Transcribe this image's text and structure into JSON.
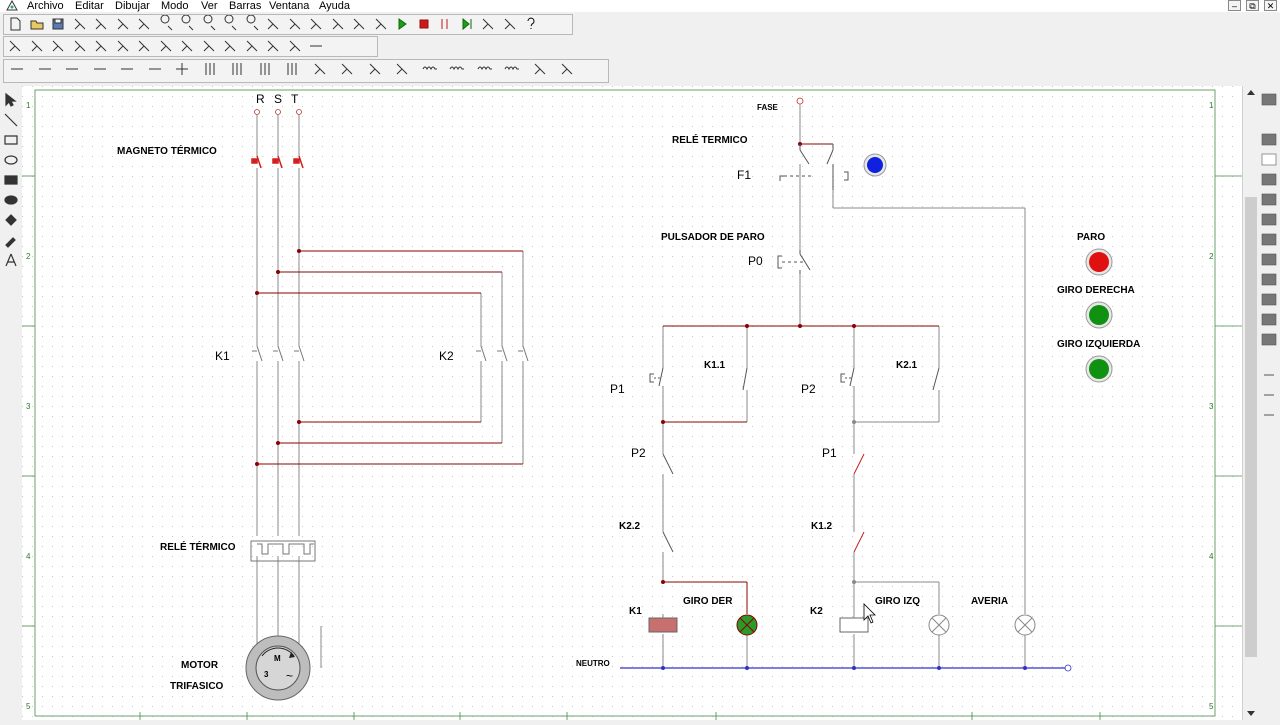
{
  "menu": {
    "items": [
      "Archivo",
      "Editar",
      "Dibujar",
      "Modo",
      "Ver",
      "Barras",
      "Ventana",
      "Ayuda"
    ]
  },
  "window_controls": {
    "minimize": "–",
    "restore": "⧉",
    "close": "✕"
  },
  "toolbar_icons": {
    "row1": [
      "new-file-icon",
      "open-folder-icon",
      "save-icon",
      "print-icon",
      "cut-icon",
      "copy-icon",
      "paste-icon",
      "zoom-in-icon",
      "zoom-out-icon",
      "zoom-window-icon",
      "zoom-fit-icon",
      "zoom-all-icon",
      "undo-icon",
      "redo-icon",
      "flip-h-icon",
      "flip-v-icon",
      "rotate-left-icon",
      "rotate-right-icon",
      "play-icon",
      "stop-icon",
      "pause-icon",
      "step-icon",
      "simulation-window-icon",
      "simulation-settings-icon",
      "help-icon"
    ],
    "row2": [
      "contact-no-icon",
      "contact-nc-icon",
      "switch-icon",
      "switch-multi-icon",
      "breaker-icon",
      "coil-icon",
      "timer-on-icon",
      "timer-off-icon",
      "lamp-icon",
      "fuse-icon",
      "relay-icon",
      "meter-icon",
      "sensor-icon",
      "motor-icon",
      "line-icon"
    ],
    "row3": [
      "wire-h1-icon",
      "wire-h2-icon",
      "wire-h3-icon",
      "wire-h4-icon",
      "wire-h5-icon",
      "wire-thick-icon",
      "junction-icon",
      "bus-3-icon",
      "bus-3b-icon",
      "bus-h3-icon",
      "bus-h3b-icon",
      "resistor-icon",
      "fuse-h-icon",
      "switch-h-icon",
      "terminal-icon",
      "inductor-icon",
      "inductor-3-icon",
      "inductor-4-icon",
      "inductor-5-icon",
      "plug-icon",
      "socket-icon"
    ]
  },
  "palette_left": [
    "select-arrow-icon",
    "line-tool-icon",
    "rectangle-tool-icon",
    "ellipse-tool-icon",
    "filled-rectangle-icon",
    "filled-ellipse-icon",
    "fill-bucket-icon",
    "brush-icon",
    "text-tool-icon"
  ],
  "ruler": {
    "rows": [
      "1",
      "2",
      "3",
      "4",
      "5"
    ]
  },
  "power_circuit": {
    "phases": [
      "R",
      "S",
      "T"
    ],
    "breaker_label": "MAGNETO TÉRMICO",
    "contactor_1": "K1",
    "contactor_2": "K2",
    "thermal_relay_label": "RELÉ TÉRMICO",
    "motor_label_1": "MOTOR",
    "motor_label_2": "TRIFASICO",
    "motor_symbol_m": "M",
    "motor_symbol_3": "3",
    "motor_symbol_ac": "~"
  },
  "control_circuit": {
    "phase_label": "FASE",
    "thermal_relay_label": "RELÉ TERMICO",
    "f1_label": "F1",
    "stop_button_label": "PULSADOR DE PARO",
    "p0_label": "P0",
    "p1_left": "P1",
    "k11_label": "K1.1",
    "p2_right": "P2",
    "k21_label": "K2.1",
    "p2_left": "P2",
    "p1_right": "P1",
    "k22_label": "K2.2",
    "k12_label": "K1.2",
    "k1_coil": "K1",
    "giro_der": "GIRO DER",
    "k2_coil": "K2",
    "giro_izq": "GIRO IZQ",
    "averia": "AVERIA",
    "neutral_label": "NEUTRO"
  },
  "indicators": [
    {
      "label": "PARO",
      "color": "#e01010"
    },
    {
      "label": "GIRO DERECHA",
      "color": "#119111"
    },
    {
      "label": "GIRO IZQUIERDA",
      "color": "#119111"
    }
  ],
  "colors": {
    "wire_active": "#8b0000",
    "wire_passive": "#888888",
    "neutral": "#3030c8",
    "thermal_lamp": "#1020e0",
    "giro_der_lamp": "#20a020",
    "coil_k1": "#c87070"
  }
}
